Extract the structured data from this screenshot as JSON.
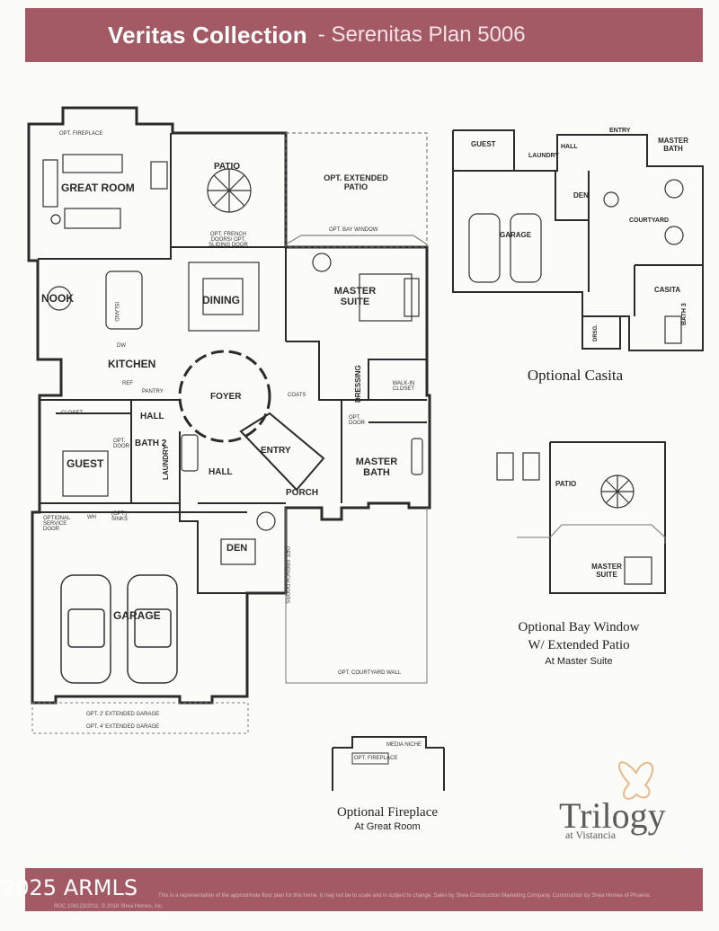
{
  "header": {
    "collection": "Veritas Collection",
    "plan": "- Serenitas Plan 5006"
  },
  "main_plan": {
    "rooms": {
      "great_room": "GREAT ROOM",
      "patio": "PATIO",
      "opt_extended_patio": "OPT. EXTENDED PATIO",
      "nook": "NOOK",
      "dining": "DINING",
      "master_suite": "MASTER SUITE",
      "kitchen": "KITCHEN",
      "foyer": "FOYER",
      "hall1": "HALL",
      "hall2": "HALL",
      "bath2": "BATH 2",
      "guest": "GUEST",
      "laundry": "LAUNDRY",
      "entry": "ENTRY",
      "porch": "PORCH",
      "master_bath": "MASTER BATH",
      "dressing": "DRESSING",
      "den": "DEN",
      "garage": "GARAGE"
    },
    "notes": {
      "opt_fireplace": "OPT. FIREPLACE",
      "french_doors": "OPT. FRENCH DOORS/ OPT. SLIDING DOOR",
      "bay_window": "OPT. BAY WINDOW",
      "island": "ISLAND",
      "dw": "DW",
      "ref": "REF",
      "pantry": "PANTRY",
      "coats": "COATS",
      "walk_in": "WALK-IN CLOSET",
      "closet": "CLOSET",
      "opt_door": "OPT. DOOR",
      "opt_door2": "OPT. DOOR",
      "wh": "WH",
      "opt_sinks": "(OPT.) SINKS",
      "service_door": "OPTIONAL SERVICE DOOR",
      "opt_french_doors_den": "OPT. FRENCH DOORS",
      "courtyard_wall": "OPT. COURTYARD WALL",
      "garage_2ft": "OPT. 2' EXTENDED GARAGE",
      "garage_4ft": "OPT. 4' EXTENDED GARAGE"
    }
  },
  "casita": {
    "rooms": {
      "guest": "GUEST",
      "laundry": "LAUNDRY",
      "hall": "HALL",
      "entry": "ENTRY",
      "master_bath": "MASTER BATH",
      "den": "DEN",
      "garage": "GARAGE",
      "courtyard": "COURTYARD",
      "casita": "CASITA",
      "bath3": "BATH 3",
      "dresg": "DRSG."
    },
    "caption": "Optional Casita"
  },
  "bay": {
    "rooms": {
      "patio": "PATIO",
      "master_suite": "MASTER SUITE"
    },
    "caption": "Optional Bay Window",
    "caption2": "W/ Extended Patio",
    "sub": "At Master Suite"
  },
  "fireplace": {
    "niche": "MEDIA NICHE",
    "opt": "OPT. FIREPLACE",
    "caption": "Optional Fireplace",
    "sub": "At Great Room"
  },
  "logo": {
    "name": "Trilogy",
    "sub": "at Vistancia"
  },
  "footer": {
    "watermark": "2025 ARMLS",
    "disclaimer": "This is a representation of the approximate floor plan for this home. It may not be to scale and is subject to change. Sales by Shea Construction Marketing Company. Construction by Shea Homes of Phoenix.",
    "disclaimer2": "ROC 104123/2011. © 2018 Shea Homes, Inc."
  },
  "colors": {
    "band": "#a35a64",
    "wall": "#2b2b2b",
    "logo_accent": "#e8b98a"
  }
}
